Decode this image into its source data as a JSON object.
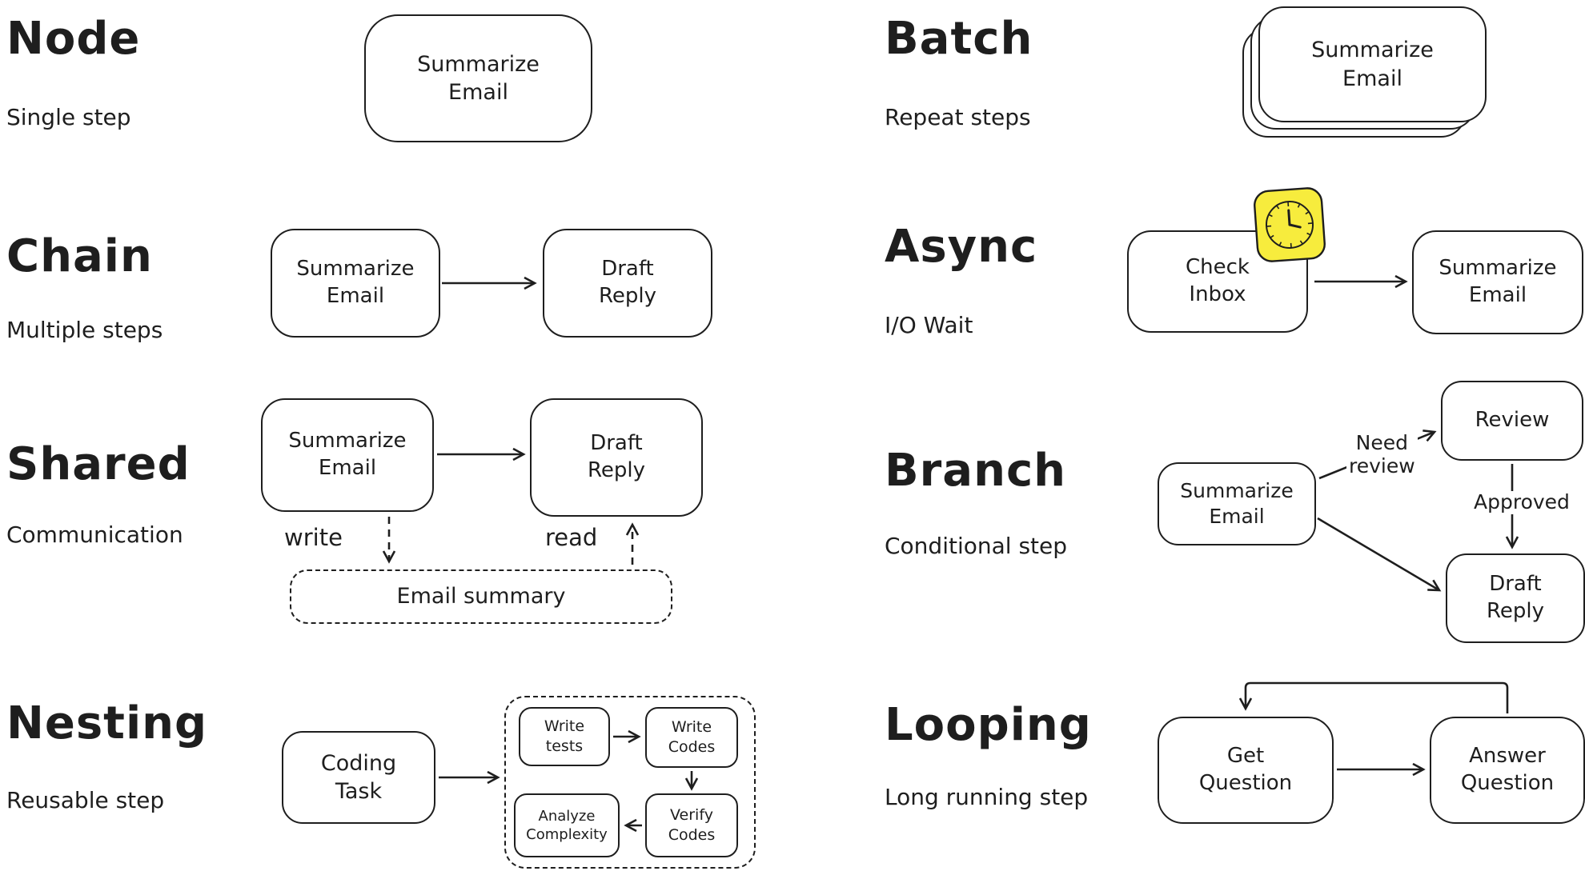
{
  "canvas": {
    "ink_color": "#1e1e1e",
    "background": "#ffffff",
    "clock_color": "#f7ec3d"
  },
  "sections": {
    "node": {
      "title": "Node",
      "subtitle": "Single step",
      "box": "Summarize\nEmail"
    },
    "chain": {
      "title": "Chain",
      "subtitle": "Multiple steps",
      "box1": "Summarize\nEmail",
      "box2": "Draft\nReply"
    },
    "shared": {
      "title": "Shared",
      "subtitle": "Communication",
      "box1": "Summarize\nEmail",
      "box2": "Draft\nReply",
      "write_label": "write",
      "read_label": "read",
      "store": "Email summary"
    },
    "nesting": {
      "title": "Nesting",
      "subtitle": "Reusable step",
      "outer_box": "Coding\nTask",
      "inner_boxes": [
        "Write\ntests",
        "Write\nCodes",
        "Verify\nCodes",
        "Analyze\nComplexity"
      ]
    },
    "batch": {
      "title": "Batch",
      "subtitle": "Repeat steps",
      "box": "Summarize\nEmail"
    },
    "async": {
      "title": "Async",
      "subtitle": "I/O Wait",
      "box1": "Check\nInbox",
      "box2": "Summarize\nEmail",
      "icon": "clock-icon"
    },
    "branch": {
      "title": "Branch",
      "subtitle": "Conditional step",
      "box1": "Summarize\nEmail",
      "review_box": "Review",
      "draft_box": "Draft\nReply",
      "need_review_label": "Need\nreview",
      "approved_label": "Approved"
    },
    "looping": {
      "title": "Looping",
      "subtitle": "Long running step",
      "box1": "Get\nQuestion",
      "box2": "Answer\nQuestion"
    }
  }
}
